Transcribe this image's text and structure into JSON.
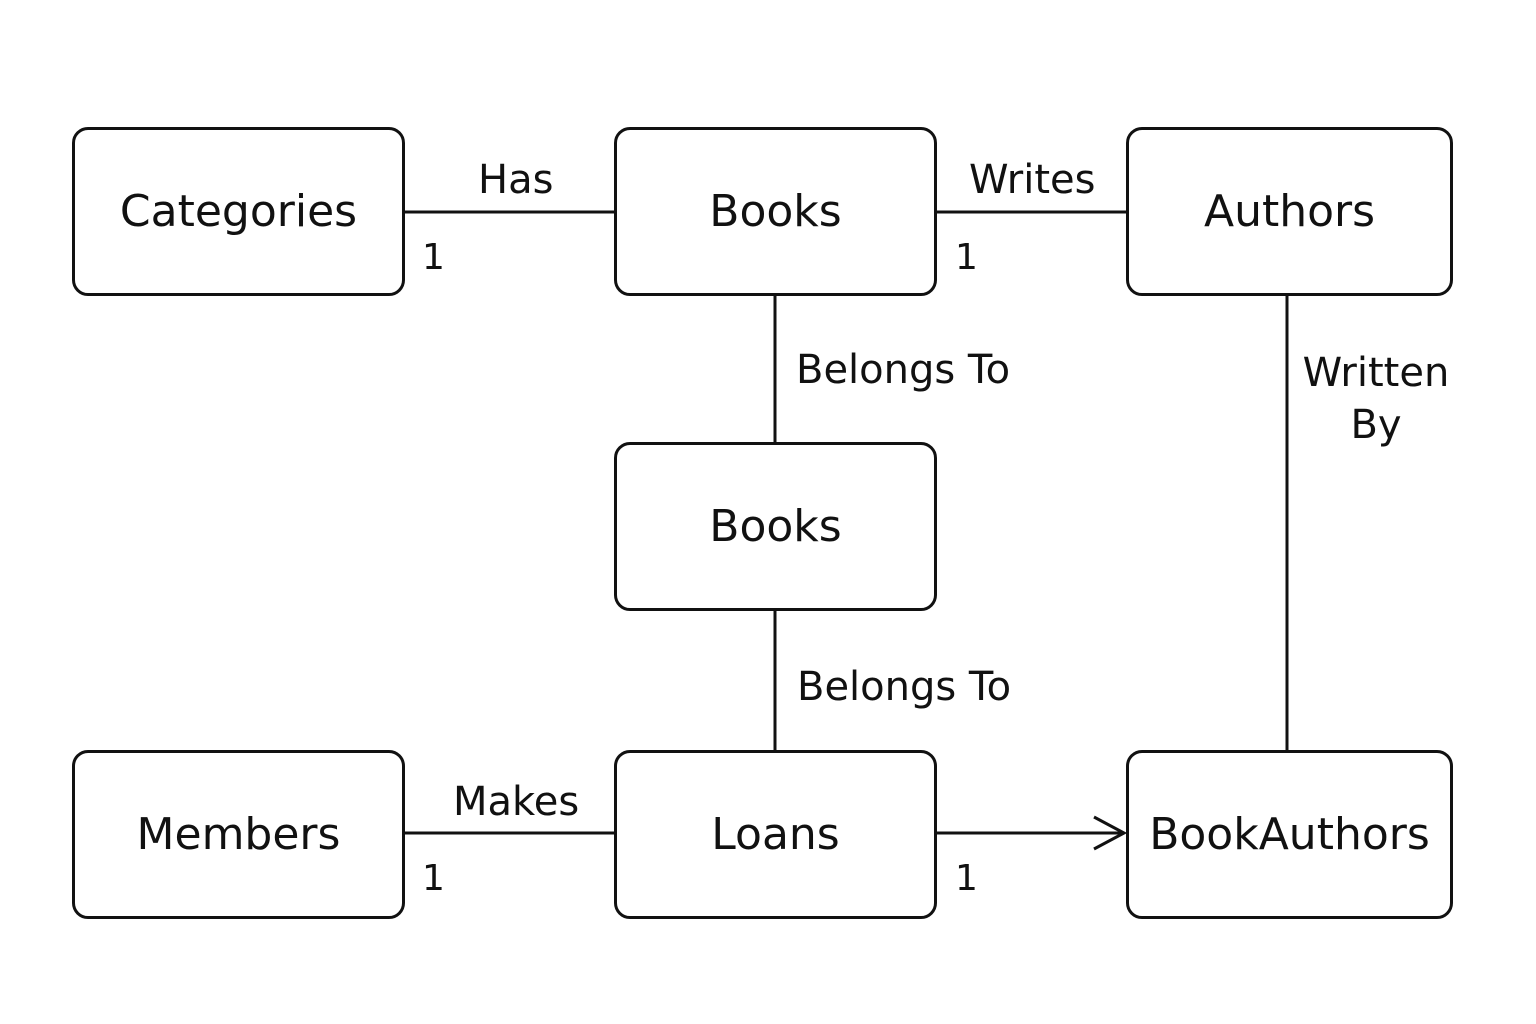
{
  "entities": {
    "categories": "Categories",
    "books_top": "Books",
    "authors": "Authors",
    "books_mid": "Books",
    "members": "Members",
    "loans": "Loans",
    "bookauthors": "BookAuthors"
  },
  "relationships": {
    "has": "Has",
    "writes": "Writes",
    "belongs_to_upper": "Belongs To",
    "belongs_to_lower": "Belongs To",
    "written_by_line1": "Written",
    "written_by_line2": "By",
    "makes": "Makes"
  },
  "cardinalities": {
    "categories_books": "1",
    "books_authors": "1",
    "members_loans": "1",
    "loans_bookauthors": "1"
  },
  "colors": {
    "stroke": "#111111",
    "background": "#ffffff"
  }
}
